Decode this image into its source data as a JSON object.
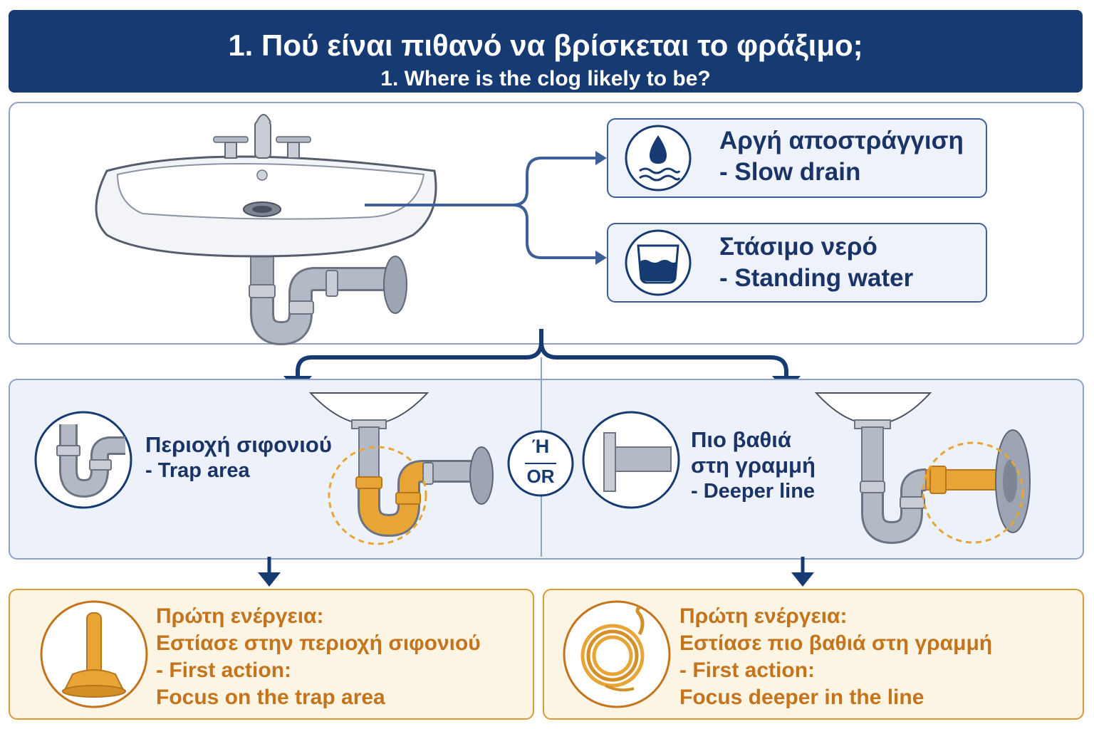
{
  "header": {
    "title_gr": "1. Πού είναι πιθανό να βρίσκεται το φράξιμο;",
    "title_en": "1. Where is the clog likely to be?"
  },
  "symptoms": [
    {
      "gr": "Αργή αποστράγγιση",
      "en": "- Slow drain",
      "icon": "water-drop-icon"
    },
    {
      "gr": "Στάσιμο νερό",
      "en": "- Standing water",
      "icon": "basin-water-icon"
    }
  ],
  "or_label": {
    "gr": "Ή",
    "en": "OR"
  },
  "locations": [
    {
      "gr": "Περιοχή σιφονιού",
      "en": "- Trap area",
      "icon": "p-trap-icon"
    },
    {
      "gr1": "Πιο βαθιά",
      "gr2": "στη γραμμή",
      "en": "- Deeper line",
      "icon": "pipe-line-icon"
    }
  ],
  "actions": [
    {
      "gr1": "Πρώτη ενέργεια:",
      "gr2": "Εστίασε στην περιοχή σιφονιού",
      "en1": "- First action:",
      "en2": "Focus on the trap area",
      "icon": "plunger-icon"
    },
    {
      "gr1": "Πρώτη ενέργεια:",
      "gr2": "Εστίασε πιο βαθιά στη γραμμή",
      "en1": "- First action:",
      "en2": "Focus deeper in the line",
      "icon": "drain-snake-icon"
    }
  ],
  "colors": {
    "navy": "#163a72",
    "blue": "#3d5f99",
    "orange": "#e8a536",
    "orange_text": "#c4741c"
  }
}
